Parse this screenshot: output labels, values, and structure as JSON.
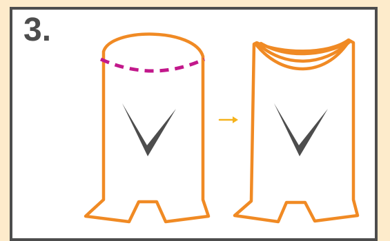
{
  "step": {
    "number": "3."
  },
  "colors": {
    "page_background": "#fdebcb",
    "frame_border": "#4d4d4d",
    "panel_background": "#ffffff",
    "outline": "#f08a24",
    "dashed_line": "#c2188b",
    "arrow": "#f5b21c",
    "v_mark": "#4d4d4d"
  },
  "figures": [
    {
      "id": "before",
      "top_shape": "dome",
      "dashed_fold_line": true
    },
    {
      "id": "after",
      "top_shape": "folded-waves",
      "dashed_fold_line": false
    }
  ],
  "arrow": {
    "direction": "right",
    "icon": "arrow-right-icon"
  }
}
